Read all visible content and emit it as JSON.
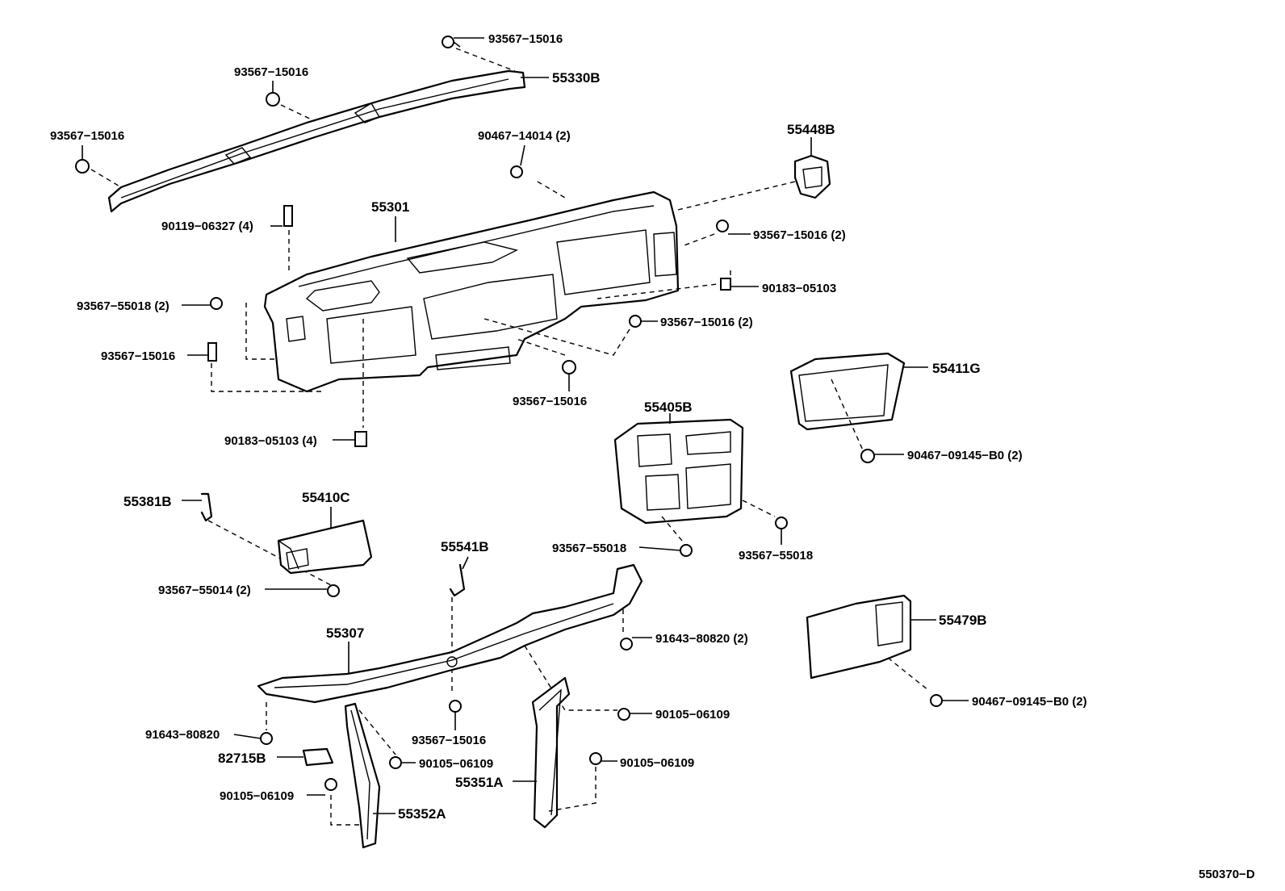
{
  "labels": {
    "p93567_15016_a": "93567−15016",
    "p55330B": "55330B",
    "p93567_15016_b": "93567−15016",
    "p93567_15016_c": "93567−15016",
    "p90467_14014": "90467−14014 (2)",
    "p55448B": "55448B",
    "p55301": "55301",
    "p90119_06327": "90119−06327 (4)",
    "p93567_15016_d": "93567−15016 (2)",
    "p90183_05103": "90183−05103",
    "p93567_55018_2": "93567−55018 (2)",
    "p93567_15016_e": "93567−15016 (2)",
    "p93567_15016_f": "93567−15016",
    "p55411G": "55411G",
    "p93567_15016_g": "93567−15016",
    "p55405B": "55405B",
    "p90183_05103_4": "90183−05103 (4)",
    "p90467_09145_a": "90467−09145−B0 (2)",
    "p55381B": "55381B",
    "p55410C": "55410C",
    "p55541B": "55541B",
    "p93567_55018_a": "93567−55018",
    "p93567_55018_b": "93567−55018",
    "p93567_55014": "93567−55014 (2)",
    "p55307": "55307",
    "p91643_80820_2": "91643−80820 (2)",
    "p55479B": "55479B",
    "p90105_06109_a": "90105−06109",
    "p90467_09145_b": "90467−09145−B0 (2)",
    "p91643_80820": "91643−80820",
    "p93567_15016_h": "93567−15016",
    "p82715B": "82715B",
    "p90105_06109_b": "90105−06109",
    "p90105_06109_c": "90105−06109",
    "p55351A": "55351A",
    "p90105_06109_d": "90105−06109",
    "p55352A": "55352A",
    "drawing_code": "550370−D"
  }
}
